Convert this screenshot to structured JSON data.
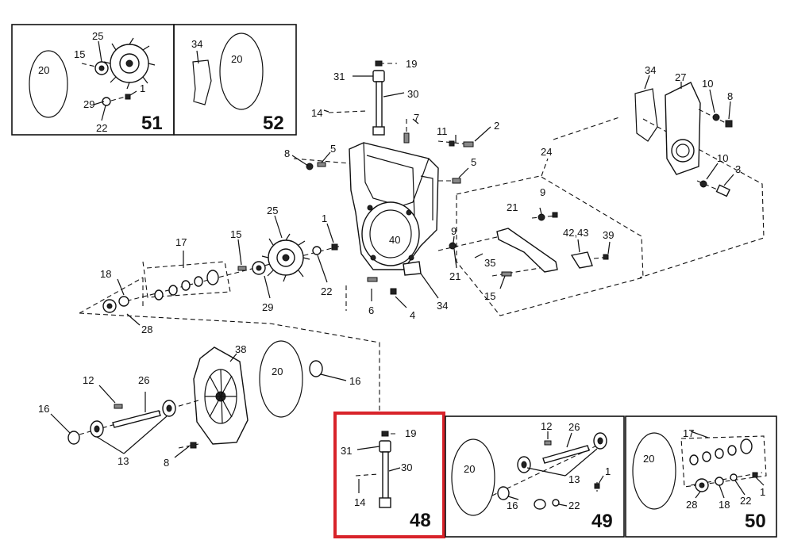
{
  "panels": {
    "p51": "51",
    "p52": "52",
    "p48": "48",
    "p49": "49",
    "p50": "50"
  },
  "highlight_color": "#d8232a",
  "callouts": {
    "c51_20": "20",
    "c51_15": "15",
    "c51_25": "25",
    "c51_29": "29",
    "c51_1": "1",
    "c51_22": "22",
    "c52_34": "34",
    "c52_20": "20",
    "m_31": "31",
    "m_19": "19",
    "m_30": "30",
    "m_14": "14",
    "m_7": "7",
    "m_11": "11",
    "m_2": "2",
    "m_8a": "8",
    "m_5a": "5",
    "m_5b": "5",
    "m_24": "24",
    "m_25": "25",
    "m_1": "1",
    "m_17": "17",
    "m_15a": "15",
    "m_18": "18",
    "m_28": "28",
    "m_29": "29",
    "m_22": "22",
    "m_40": "40",
    "m_6": "6",
    "m_4": "4",
    "m_34b": "34",
    "m_9a": "9",
    "m_21a": "21",
    "m_9b": "9",
    "m_21b": "21",
    "m_35": "35",
    "m_15b": "15",
    "m_4243": "42,43",
    "m_39": "39",
    "m_34a": "34",
    "m_27": "27",
    "m_10a": "10",
    "m_8b": "8",
    "m_10b": "10",
    "m_3": "3",
    "m_38": "38",
    "m_20": "20",
    "m_16a": "16",
    "m_12": "12",
    "m_26": "26",
    "m_16b": "16",
    "m_13": "13",
    "m_8c": "8",
    "p48_19": "19",
    "p48_31": "31",
    "p48_30": "30",
    "p48_14": "14",
    "p49_12": "12",
    "p49_26": "26",
    "p49_20": "20",
    "p49_13": "13",
    "p49_1": "1",
    "p49_16": "16",
    "p49_22": "22",
    "p50_17": "17",
    "p50_20": "20",
    "p50_28": "28",
    "p50_18": "18",
    "p50_22": "22",
    "p50_1": "1"
  }
}
